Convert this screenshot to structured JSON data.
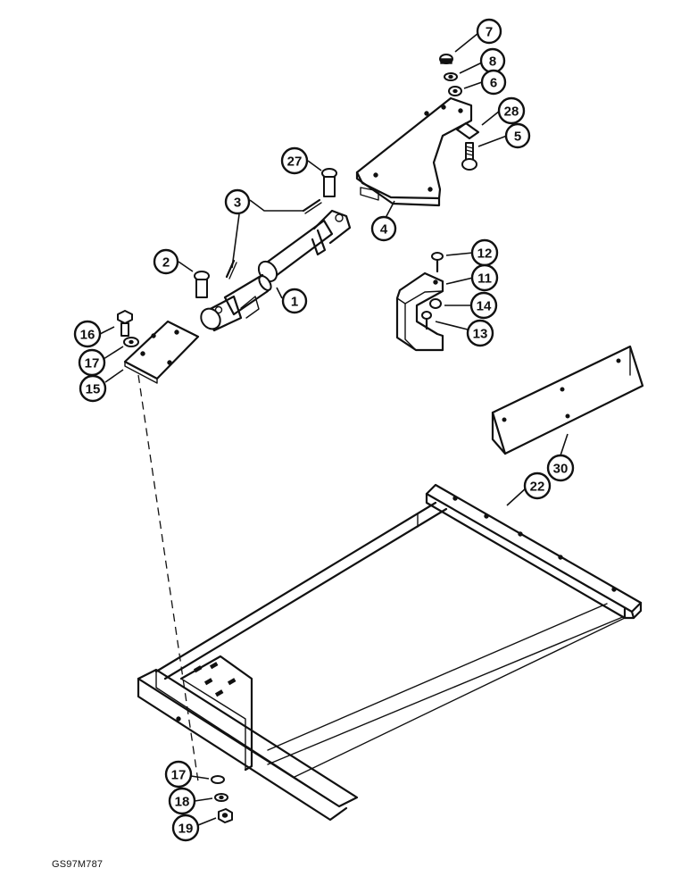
{
  "drawing_id": "GS97M787",
  "callouts": {
    "c1": "1",
    "c2": "2",
    "c3": "3",
    "c4": "4",
    "c5": "5",
    "c6": "6",
    "c7": "7",
    "c8": "8",
    "c11": "11",
    "c12": "12",
    "c13": "13",
    "c14": "14",
    "c15": "15",
    "c16": "16",
    "c17a": "17",
    "c17b": "17",
    "c18": "18",
    "c19": "19",
    "c22": "22",
    "c27": "27",
    "c28": "28",
    "c30": "30"
  },
  "parts": [
    "cylinder-tube",
    "cylinder-rod",
    "pin-2",
    "cotter-pin-3",
    "mounting-bracket-4",
    "bolt-5",
    "washer-6",
    "lock-washer-8",
    "nut-7",
    "bracket-11",
    "screw-12",
    "screw-13",
    "nut-14",
    "plate-15",
    "bolt-16",
    "washer-17",
    "lock-washer-18",
    "nut-19",
    "frame-22",
    "pin-27",
    "clip-28",
    "angle-30"
  ]
}
